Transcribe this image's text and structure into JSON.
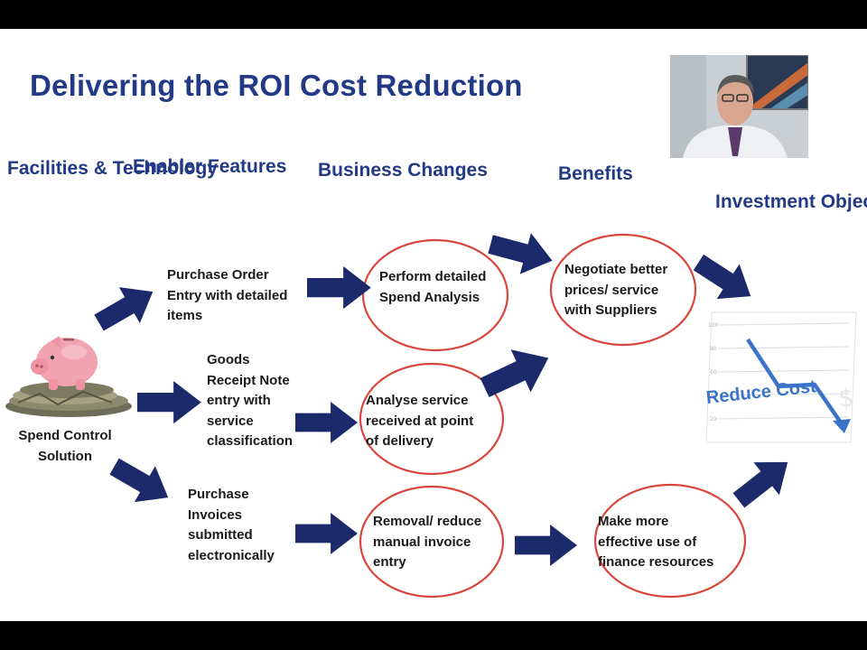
{
  "slide": {
    "title": "Delivering the ROI Cost Reduction"
  },
  "columns": {
    "facilities": "Facilities &\nTechnology",
    "enablers": "Enabler Features",
    "changes": "Business Changes",
    "benefits": "Benefits",
    "objective": "Investment\nObjective"
  },
  "nodes": {
    "spend_control": "Spend Control\nSolution",
    "purchase_order": "Purchase Order\nEntry with detailed\nitems",
    "goods_receipt": "Goods\nReceipt Note\nentry with\nservice\nclassification",
    "purchase_invoices": "Purchase\nInvoices\nsubmitted\nelectronically",
    "spend_analysis": "Perform detailed\nSpend Analysis",
    "analyse_service": "Analyse service\nreceived at point\nof delivery",
    "removal_manual": "Removal/ reduce\nmanual invoice\nentry",
    "negotiate": "Negotiate better\nprices/ service\nwith Suppliers",
    "finance_resources": "Make more\neffective use of\nfinance resources",
    "reduce_cost": "Reduce Cost"
  },
  "colors": {
    "title_blue": "#223a85",
    "arrow_navy": "#1c2a6b",
    "ellipse_red": "#d9463b",
    "chart_blue": "#3a73c9",
    "slide_bg": "#ffffff",
    "frame_bg": "#000000"
  },
  "icons": {
    "piggy": "piggy-bank-icon",
    "arrow": "arrow-right-icon",
    "chart": "decline-chart-icon",
    "presenter": "presenter-video"
  }
}
